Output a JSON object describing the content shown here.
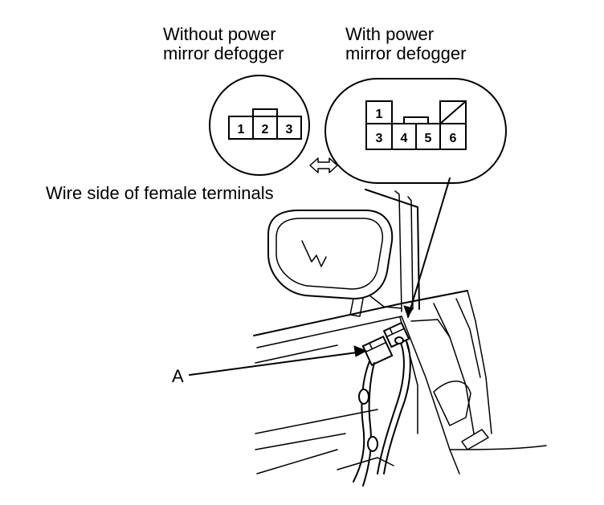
{
  "labels": {
    "without_line1": "Without power",
    "without_line2": "mirror defogger",
    "with_line1": "With power",
    "with_line2": "mirror defogger",
    "wire_side": "Wire side of female terminals",
    "callout_a": "A"
  },
  "connector_without": {
    "pins": [
      "1",
      "2",
      "3"
    ]
  },
  "connector_with": {
    "pins_top": [
      "1"
    ],
    "pins_bottom": [
      "3",
      "4",
      "5",
      "6"
    ]
  },
  "icons": {
    "interchange": "double-arrow-icon"
  }
}
